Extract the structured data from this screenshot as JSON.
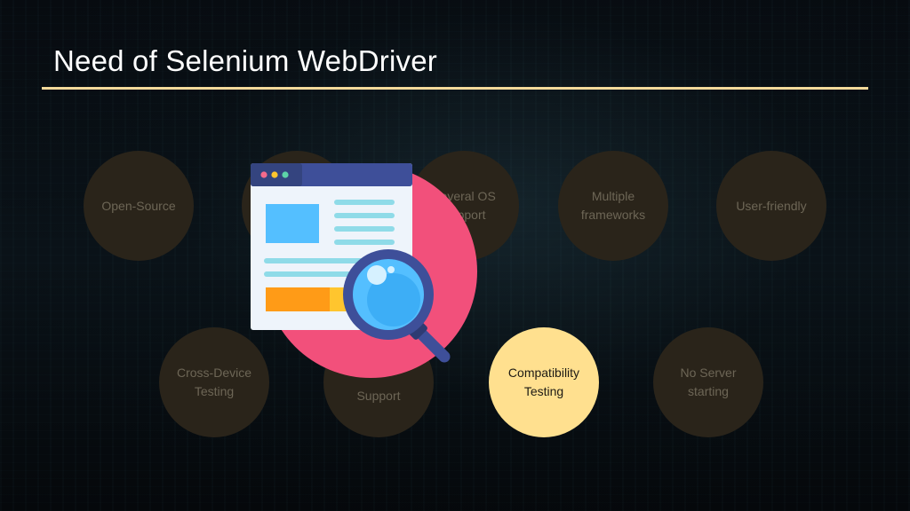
{
  "slide": {
    "title": "Need of Selenium WebDriver"
  },
  "circles": [
    {
      "label": "Open-Source"
    },
    {
      "label": ""
    },
    {
      "label": "Several OS\nSupport"
    },
    {
      "label": "Multiple\nframeworks"
    },
    {
      "label": "User-friendly"
    },
    {
      "label": "Cross-Device\nTesting"
    },
    {
      "label": "Support"
    },
    {
      "label": "Compatibility\nTesting"
    },
    {
      "label": "No Server\nstarting"
    }
  ],
  "colors": {
    "accent_rule": "#f3d99a",
    "circle_inactive": "#2a241a",
    "circle_active": "#ffe08f",
    "illustration_pink": "#f2507b",
    "illustration_lens": "#54bfff"
  },
  "icons": {
    "illustration": "browser-magnifier-icon"
  }
}
